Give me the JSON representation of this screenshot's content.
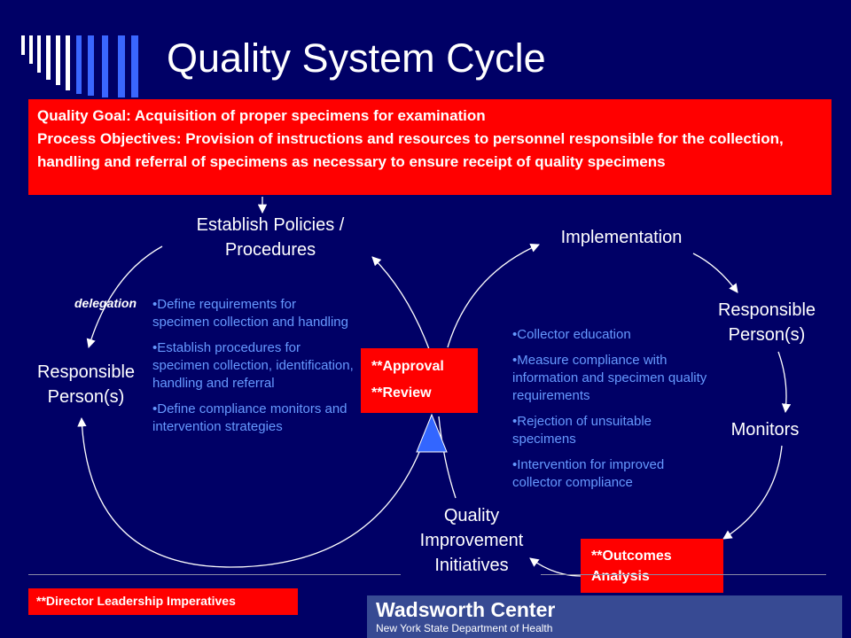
{
  "title": "Quality System Cycle",
  "goal_box": {
    "line1": "Quality Goal: Acquisition of proper specimens for examination",
    "line2": "Process Objectives:   Provision of instructions and resources to personnel responsible for the collection, handling and referral of specimens as necessary to ensure receipt of quality specimens"
  },
  "nodes": {
    "establish": "Establish Policies / Procedures",
    "implementation": "Implementation",
    "responsible_right": "Responsible Person(s)",
    "monitors": "Monitors",
    "qi": "Quality Improvement Initiatives",
    "responsible_left": "Responsible Person(s)"
  },
  "delegation": "delegation",
  "left_bullets": [
    "•Define requirements for specimen collection and handling",
    "•Establish procedures for specimen collection, identification, handling and referral",
    "•Define compliance monitors and intervention strategies"
  ],
  "right_bullets": [
    "•Collector education",
    "•Measure compliance with information and specimen quality requirements",
    "•Rejection of unsuitable specimens",
    "•Intervention for improved collector compliance"
  ],
  "approval_box": {
    "line1": "**Approval",
    "line2": "**Review"
  },
  "outcomes_box": {
    "line1": "**Outcomes",
    "line2": "Analysis"
  },
  "imperatives_box": "**Director Leadership Imperatives",
  "logo": {
    "main": "Wadsworth Center",
    "sub": "New York State Department of Health"
  },
  "colors": {
    "background": "#000066",
    "accent_red": "#ff0000",
    "bullet_text": "#6699ff",
    "connector": "#ffffff"
  }
}
